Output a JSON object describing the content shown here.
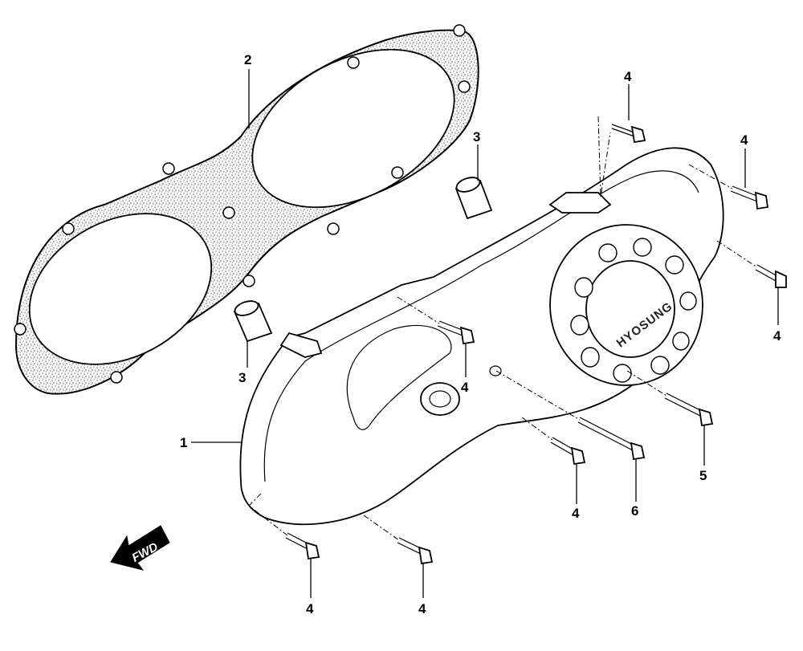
{
  "callouts": [
    {
      "id": "c2a",
      "label": "2"
    },
    {
      "id": "c3a",
      "label": "3"
    },
    {
      "id": "c3b",
      "label": "3"
    },
    {
      "id": "c1",
      "label": "1"
    },
    {
      "id": "c4a",
      "label": "4"
    },
    {
      "id": "c4b",
      "label": "4"
    },
    {
      "id": "c4c",
      "label": "4"
    },
    {
      "id": "c4d",
      "label": "4"
    },
    {
      "id": "c4e",
      "label": "4"
    },
    {
      "id": "c4f",
      "label": "4"
    },
    {
      "id": "c4g",
      "label": "4"
    },
    {
      "id": "c5",
      "label": "5"
    },
    {
      "id": "c6",
      "label": "6"
    }
  ],
  "logo": {
    "text": "HYOSUNG"
  },
  "direction": {
    "label": "FWD"
  },
  "colors": {
    "ink": "#000000",
    "paper": "#ffffff",
    "gasket": "#8a8a8a"
  }
}
